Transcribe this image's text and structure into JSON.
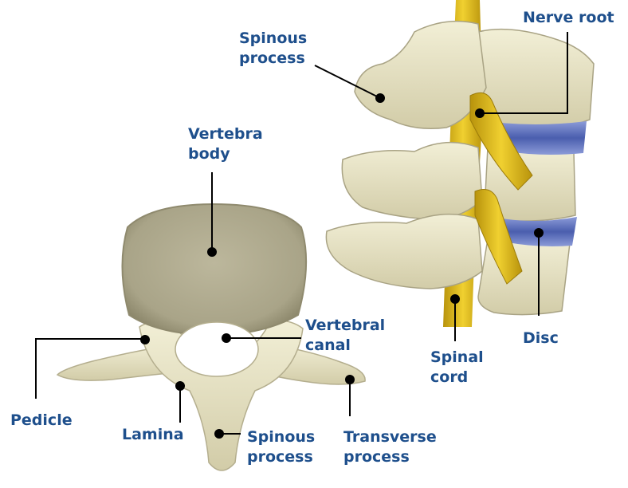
{
  "labels": {
    "spinous_process_top": {
      "line1": "Spinous",
      "line2": "process"
    },
    "nerve_root": {
      "line1": "Nerve root"
    },
    "vertebra_body": {
      "line1": "Vertebra",
      "line2": "body"
    },
    "vertebral_canal": {
      "line1": "Vertebral",
      "line2": "canal"
    },
    "spinal_cord": {
      "line1": "Spinal",
      "line2": "cord"
    },
    "disc": {
      "line1": "Disc"
    },
    "pedicle": {
      "line1": "Pedicle"
    },
    "lamina": {
      "line1": "Lamina"
    },
    "spinous_process_bottom": {
      "line1": "Spinous",
      "line2": "process"
    },
    "transverse_process": {
      "line1": "Transverse",
      "line2": "process"
    }
  },
  "colors": {
    "label_text": "#1e4f8c",
    "leader_line": "#000000",
    "bone": "#e8e4c6",
    "bone_shadow": "#b9b391",
    "body_top": "#b2ad91",
    "nerve": "#d8b51a",
    "disc": "#5468b2"
  }
}
